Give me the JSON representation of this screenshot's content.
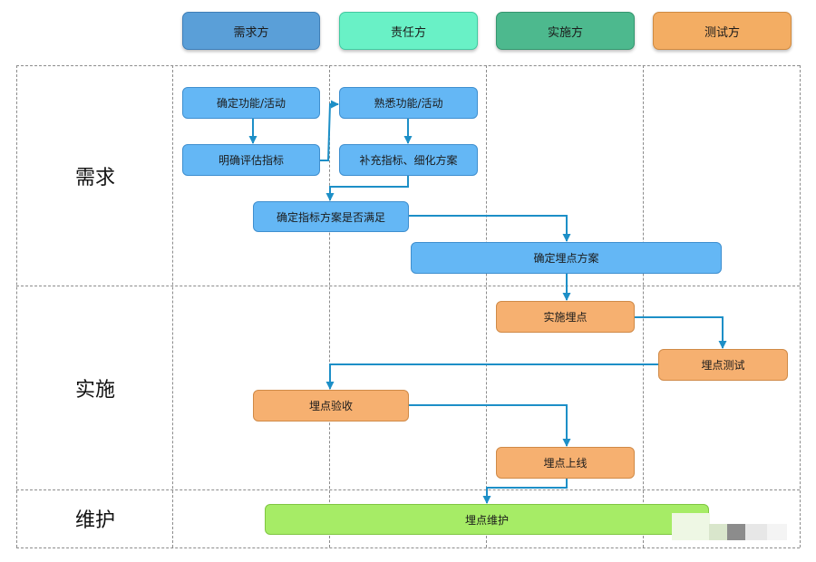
{
  "columns": [
    "需求方",
    "责任方",
    "实施方",
    "测试方"
  ],
  "column_colors": [
    "#5a9fd8",
    "#69f1c6",
    "#4db98e",
    "#f3ad63"
  ],
  "rows": [
    "需求",
    "实施",
    "维护"
  ],
  "steps": {
    "confirm_function": "确定功能/活动",
    "define_metrics": "明确评估指标",
    "familiar_function": "熟悉功能/活动",
    "supplement_metrics": "补充指标、细化方案",
    "confirm_satisfied": "确定指标方案是否满足",
    "confirm_tracking_plan": "确定埋点方案",
    "implement_tracking": "实施埋点",
    "test_tracking": "埋点测试",
    "accept_tracking": "埋点验收",
    "deploy_tracking": "埋点上线",
    "maintain_tracking": "埋点维护"
  },
  "colors": {
    "process_blue": "#64b7f5",
    "process_orange": "#f6b070",
    "process_green": "#a6ec66",
    "arrow": "#1d8fc7"
  }
}
